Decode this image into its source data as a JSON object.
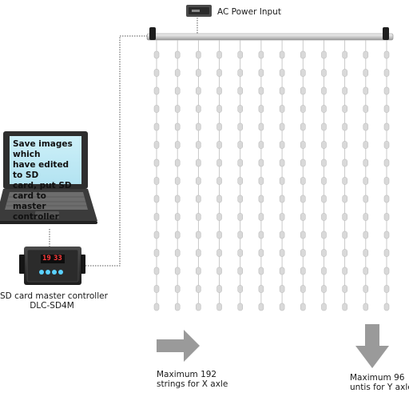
{
  "power_label": "AC Power Input",
  "laptop_screen": {
    "lines": [
      "Save images which",
      "have edited to SD",
      "card, put SD card to",
      "master controller"
    ]
  },
  "controller": {
    "caption_line1": "SD card master controller",
    "caption_line2": "DLC-SD4M",
    "display_digits": [
      "19",
      "33"
    ]
  },
  "x_axis": {
    "caption_line1": "Maximum 192",
    "caption_line2": "strings for X axle"
  },
  "y_axis": {
    "caption_line1": "Maximum 96",
    "caption_line2": "untis for Y axle"
  },
  "colors": {
    "arrow": "#9a9a9a",
    "laptop_screen": "#bfe9f5",
    "laptop_body": "#3a3a3a",
    "string_bulb": "#d9d9d9",
    "wire": "#666666"
  }
}
